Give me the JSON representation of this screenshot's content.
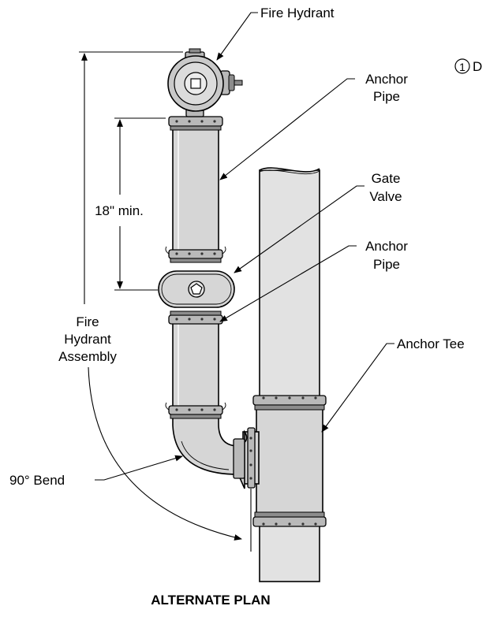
{
  "callouts": {
    "fire_hydrant": "Fire Hydrant",
    "anchor_pipe_upper_line1": "Anchor",
    "anchor_pipe_upper_line2": "Pipe",
    "gate_valve_line1": "Gate",
    "gate_valve_line2": "Valve",
    "anchor_pipe_lower_line1": "Anchor",
    "anchor_pipe_lower_line2": "Pipe",
    "anchor_tee": "Anchor Tee",
    "bend": "90°  Bend",
    "note_marker": "1",
    "note_text": "D"
  },
  "dimensions": {
    "min_spacing": "18\" min.",
    "assembly_line1": "Fire",
    "assembly_line2": "Hydrant",
    "assembly_line3": "Assembly"
  },
  "title": "ALTERNATE PLAN"
}
